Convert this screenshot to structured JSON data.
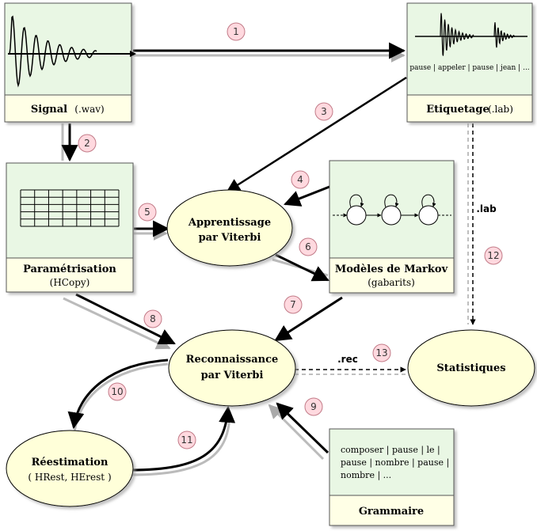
{
  "boxes": {
    "signal": {
      "title": "Signal",
      "sub": "(.wav)"
    },
    "etiquetage": {
      "title": "Etiquetage",
      "sub": "(.lab)",
      "wave_caption": "pause | appeler | pause | jean | ..."
    },
    "parametrisation": {
      "title": "Paramétrisation",
      "sub": "(HCopy)"
    },
    "markov": {
      "title": "Modèles de Markov",
      "sub": "(gabarits)"
    },
    "grammaire": {
      "title": "Grammaire",
      "lines": [
        "composer | pause | le |",
        "pause | nombre | pause |",
        "nombre | ..."
      ]
    }
  },
  "nodes": {
    "apprentissage": {
      "line1": "Apprentissage",
      "line2": "par Viterbi"
    },
    "reconnaissance": {
      "line1": "Reconnaissance",
      "line2": "par Viterbi"
    },
    "statistiques": {
      "line1": "Statistiques"
    },
    "reestimation": {
      "line1": "Réestimation",
      "line2": "( HRest, HErest )"
    }
  },
  "edge_labels": {
    "lab": ".lab",
    "rec": ".rec"
  },
  "badges": [
    "1",
    "2",
    "3",
    "4",
    "5",
    "6",
    "7",
    "8",
    "9",
    "10",
    "11",
    "12",
    "13"
  ],
  "colors": {
    "box_fill": "#e9f7e4",
    "box_footer": "#ffffe6",
    "ellipse_fill": "#ffffd9",
    "badge_fill": "#ffd9df",
    "badge_stroke": "#c27b88"
  }
}
